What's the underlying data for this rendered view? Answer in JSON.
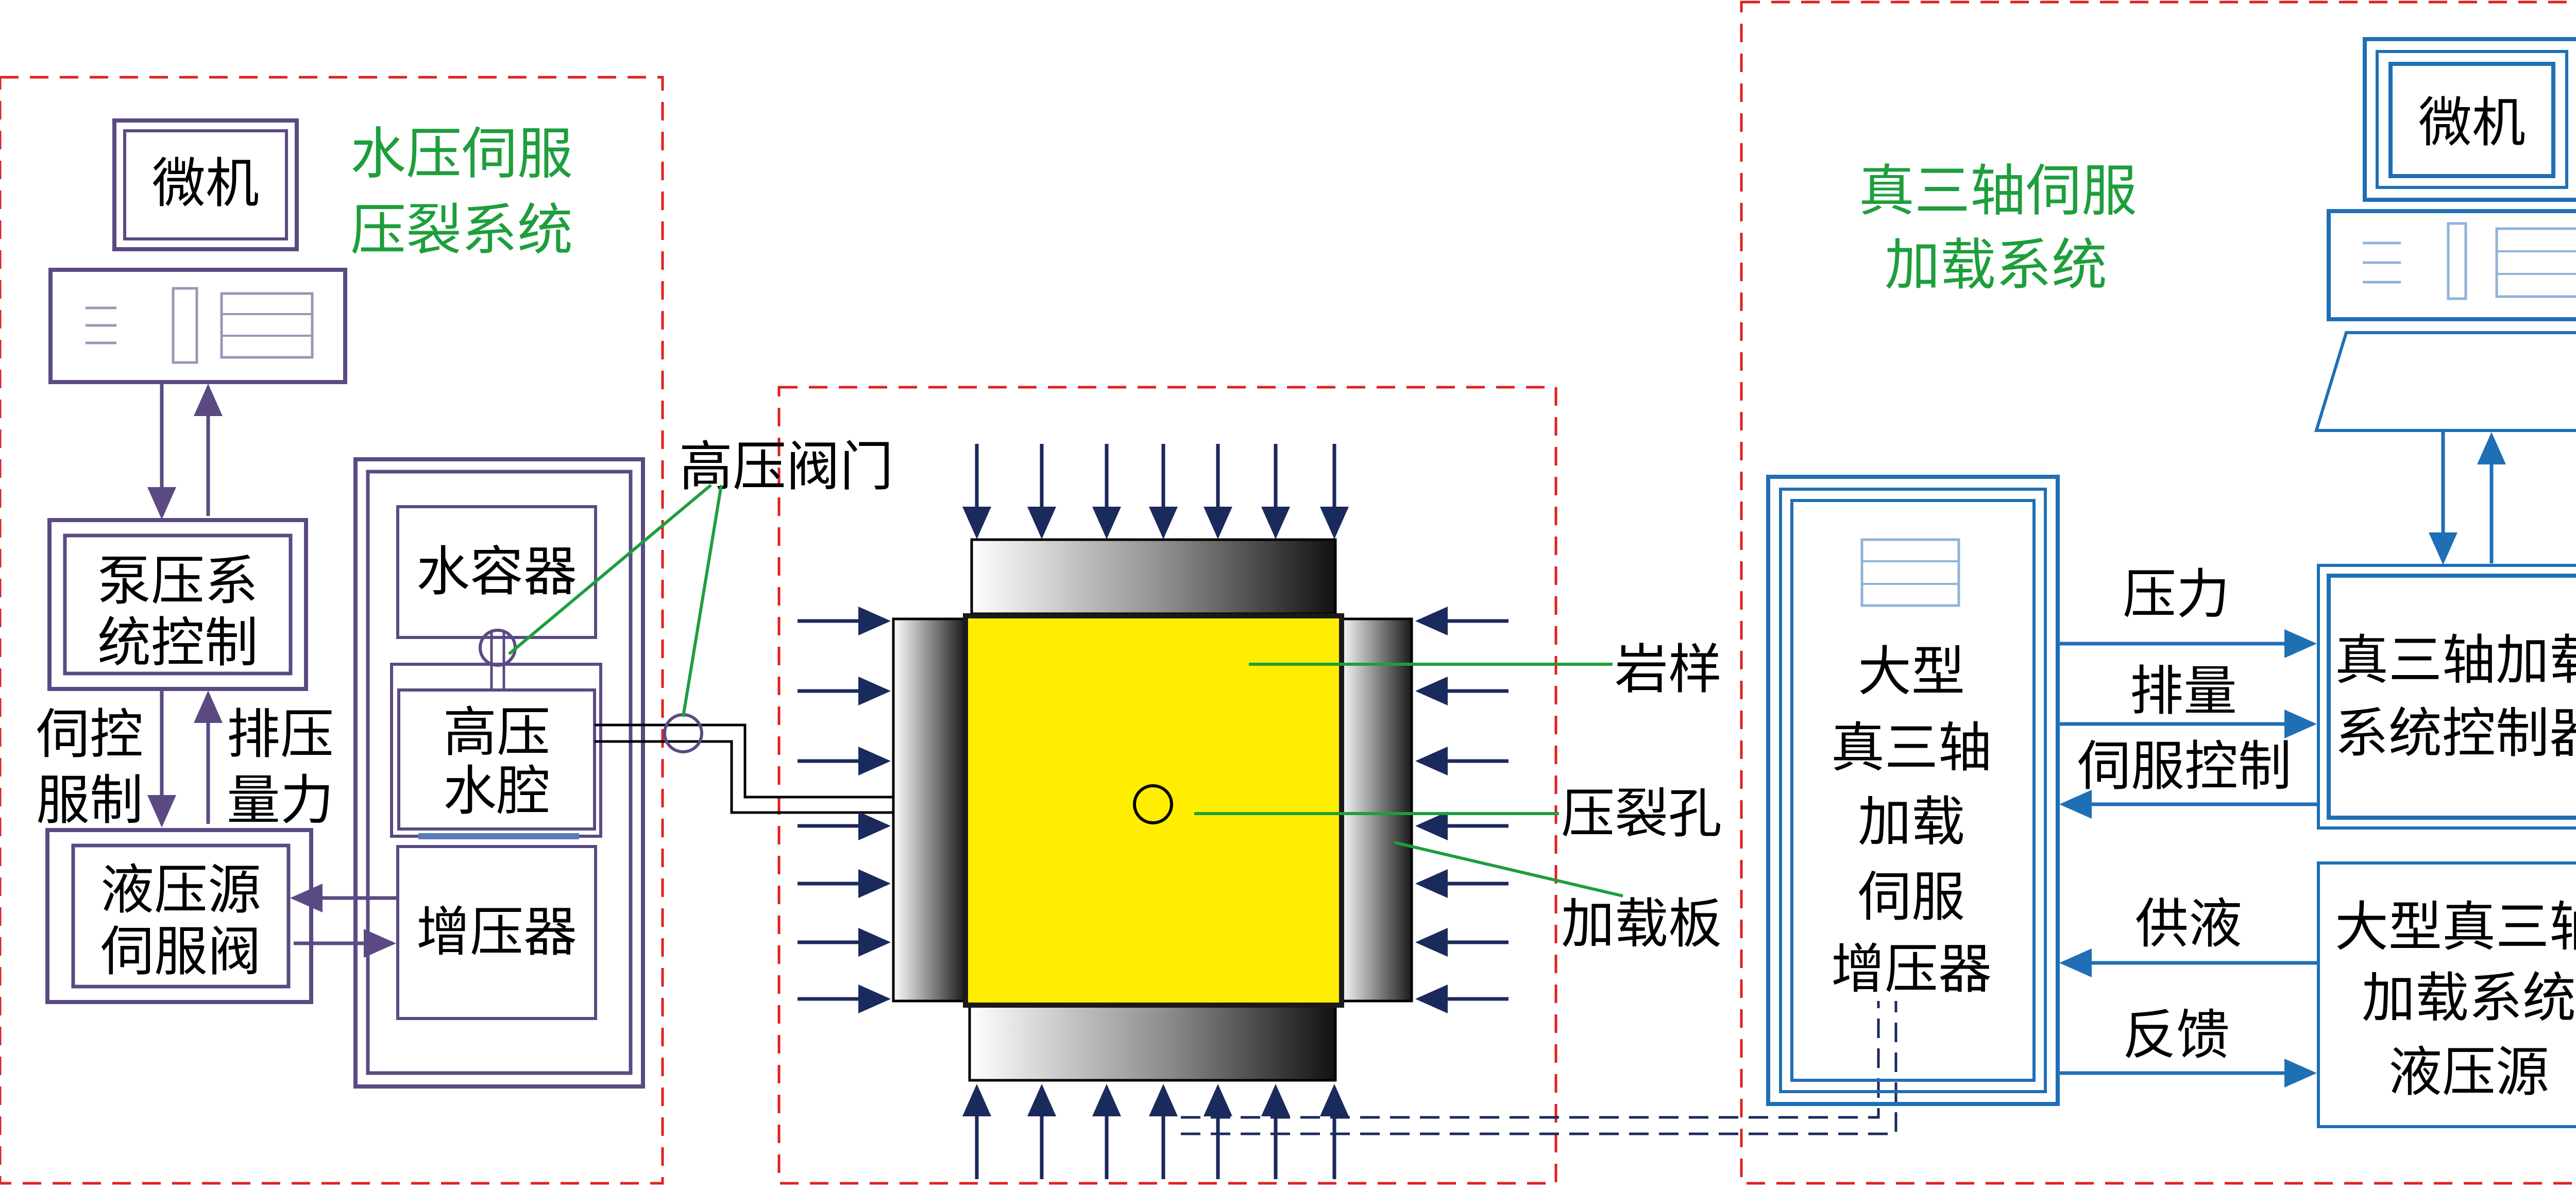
{
  "colors": {
    "purple": "#5b4a82",
    "blue": "#1f6fb5",
    "red_dash": "#e02020",
    "green": "#1e9e3c",
    "navy": "#1b2a5c",
    "specimen": "#ffee00"
  },
  "hydraulic_system": {
    "title_line1": "水压伺服",
    "title_line2": "压裂系统",
    "computer": "微机",
    "pump_control_line1": "泵压系",
    "pump_control_line2": "统控制",
    "left_label_line1": "伺控",
    "left_label_line2": "服制",
    "right_label_line1": "排压",
    "right_label_line2": "量力",
    "servo_valve_line1": "液压源",
    "servo_valve_line2": "伺服阀",
    "water_container": "水容器",
    "hp_chamber_line1": "高压",
    "hp_chamber_line2": "水腔",
    "intensifier": "增压器"
  },
  "specimen": {
    "hp_valve": "高压阀门",
    "rock": "岩样",
    "frac_hole": "压裂孔",
    "loading_plate": "加载板"
  },
  "triaxial_system": {
    "title_line1": "真三轴伺服",
    "title_line2": "加载系统",
    "computer": "微机",
    "intensifier_lines": [
      "大型",
      "真三轴",
      "加载",
      "伺服",
      "增压器"
    ],
    "signal_pressure": "压力",
    "signal_flow": "排量",
    "signal_servo": "伺服控制",
    "signal_supply": "供液",
    "signal_feedback": "反馈",
    "controller_line1": "真三轴加载",
    "controller_line2": "系统控制器",
    "hyd_source_line1": "大型真三轴",
    "hyd_source_line2": "加载系统",
    "hyd_source_line3": "液压源"
  }
}
